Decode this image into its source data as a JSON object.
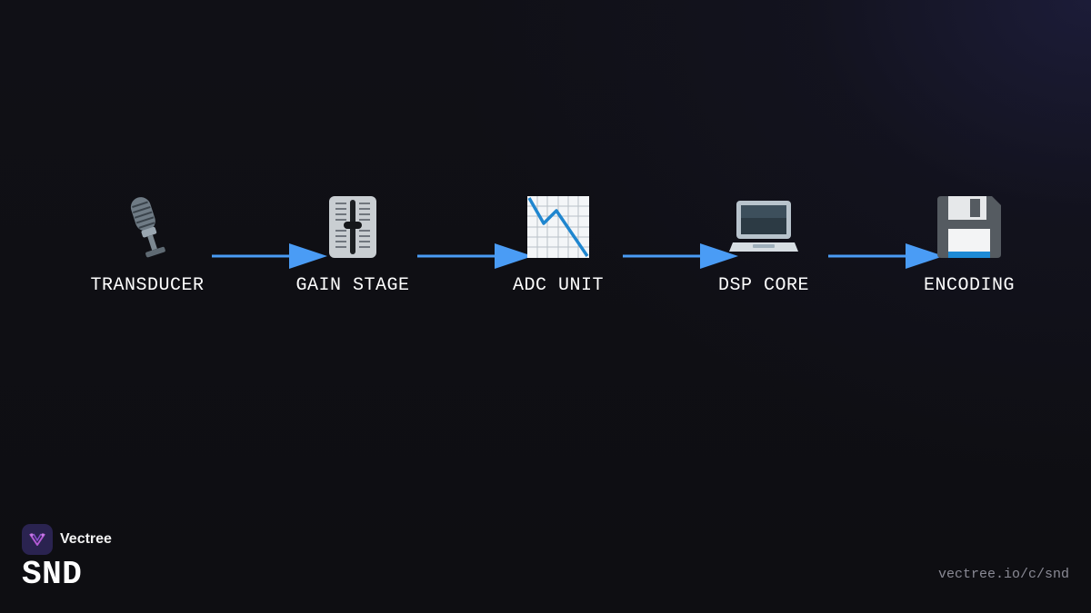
{
  "diagram": {
    "nodes": [
      {
        "label": "TRANSDUCER",
        "icon": "microphone-icon"
      },
      {
        "label": "GAIN STAGE",
        "icon": "level-slider-icon"
      },
      {
        "label": "ADC UNIT",
        "icon": "chart-decreasing-icon"
      },
      {
        "label": "DSP CORE",
        "icon": "laptop-icon"
      },
      {
        "label": "ENCODING",
        "icon": "floppy-disk-icon"
      }
    ],
    "arrow_color": "#4a9cf5"
  },
  "brand": {
    "name": "Vectree",
    "code": "SND",
    "url": "vectree.io/c/snd",
    "logo_color": "#2a2350",
    "accent": "#b45ad6"
  }
}
